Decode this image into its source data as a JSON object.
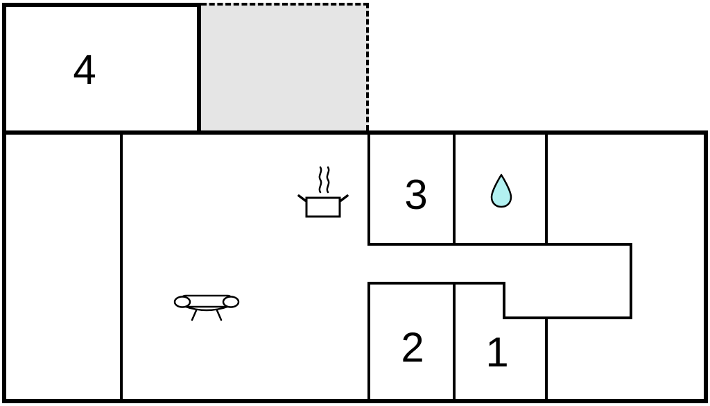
{
  "floorplan": {
    "rooms": [
      {
        "id": "room-4",
        "label": "4"
      },
      {
        "id": "room-3",
        "label": "3"
      },
      {
        "id": "room-2",
        "label": "2"
      },
      {
        "id": "room-1",
        "label": "1"
      }
    ],
    "icons": [
      {
        "name": "steam-pot-icon"
      },
      {
        "name": "water-drop-icon"
      },
      {
        "name": "sofa-icon"
      }
    ],
    "colors": {
      "wall": "#000000",
      "background": "#ffffff",
      "terrace_fill": "#e5e5e5",
      "water_drop_fill": "#b2f1f1"
    }
  }
}
